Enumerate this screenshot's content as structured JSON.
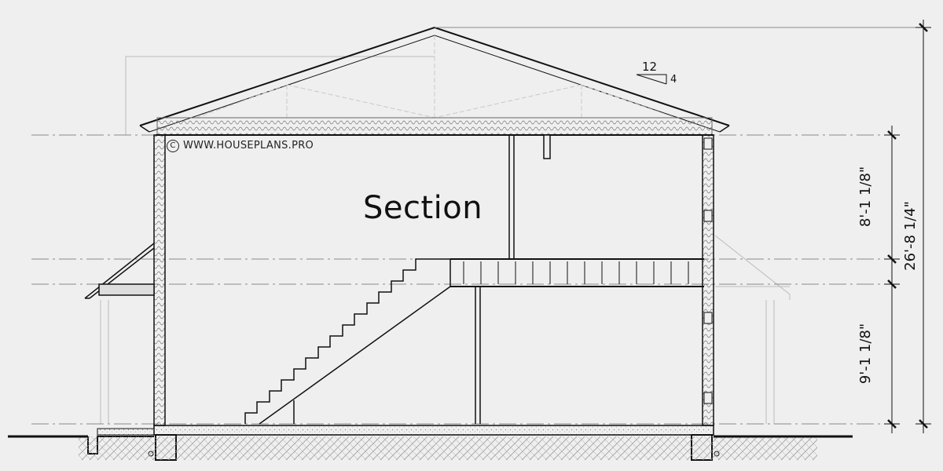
{
  "title": "Section",
  "copyright": "WWW.HOUSEPLANS.PRO",
  "roof_pitch": {
    "run": "12",
    "rise": "4"
  },
  "dimensions": {
    "upper_floor": "8'-1 1/8\"",
    "lower_floor": "9'-1 1/8\"",
    "overall": "26'-8 1/4\""
  }
}
